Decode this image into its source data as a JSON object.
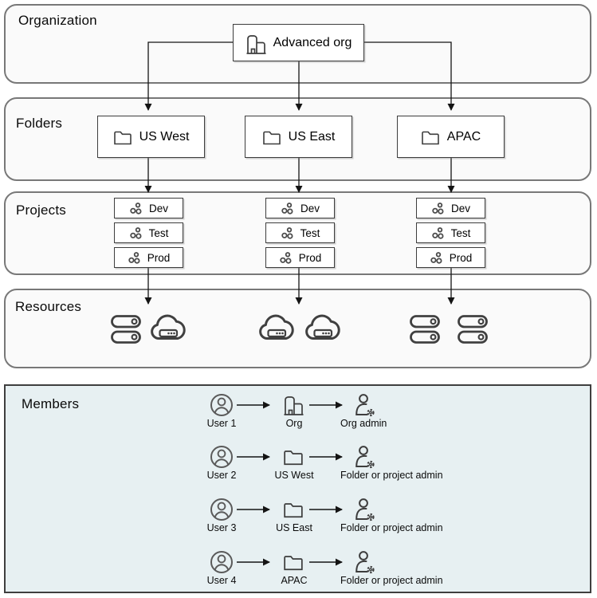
{
  "palette": {
    "panel_fill": "#fafafa",
    "panel_border": "#787878",
    "members_fill": "#e7f0f2",
    "members_border": "#3f3f3f",
    "box_fill": "#ffffff",
    "box_border": "#3d3d3d",
    "line": "#141414",
    "icon": "#3d3d3d",
    "resource_icon": "#404040"
  },
  "sections": {
    "organization": {
      "label": "Organization"
    },
    "folders": {
      "label": "Folders"
    },
    "projects": {
      "label": "Projects"
    },
    "resources": {
      "label": "Resources"
    },
    "members": {
      "label": "Members"
    }
  },
  "organization": {
    "node": {
      "label": "Advanced org",
      "icon": "building-icon"
    }
  },
  "folders": {
    "items": [
      {
        "label": "US West",
        "icon": "folder-icon"
      },
      {
        "label": "US East",
        "icon": "folder-icon"
      },
      {
        "label": "APAC",
        "icon": "folder-icon"
      }
    ]
  },
  "projects": {
    "columns": [
      {
        "folder": "US West",
        "items": [
          "Dev",
          "Test",
          "Prod"
        ]
      },
      {
        "folder": "US East",
        "items": [
          "Dev",
          "Test",
          "Prod"
        ]
      },
      {
        "folder": "APAC",
        "items": [
          "Dev",
          "Test",
          "Prod"
        ]
      }
    ]
  },
  "resources": {
    "groups": [
      {
        "icons": [
          "server-stack-icon",
          "cloud-server-icon"
        ]
      },
      {
        "icons": [
          "cloud-server-icon",
          "cloud-server-icon"
        ]
      },
      {
        "icons": [
          "server-stack-icon",
          "server-stack-icon"
        ]
      }
    ]
  },
  "members": {
    "rows": [
      {
        "user": "User 1",
        "target": "Org",
        "target_icon": "building-icon",
        "role": "Org admin"
      },
      {
        "user": "User 2",
        "target": "US West",
        "target_icon": "folder-icon",
        "role": "Folder or project admin"
      },
      {
        "user": "User 3",
        "target": "US East",
        "target_icon": "folder-icon",
        "role": "Folder or project admin"
      },
      {
        "user": "User 4",
        "target": "APAC",
        "target_icon": "folder-icon",
        "role": "Folder or project admin"
      }
    ]
  }
}
